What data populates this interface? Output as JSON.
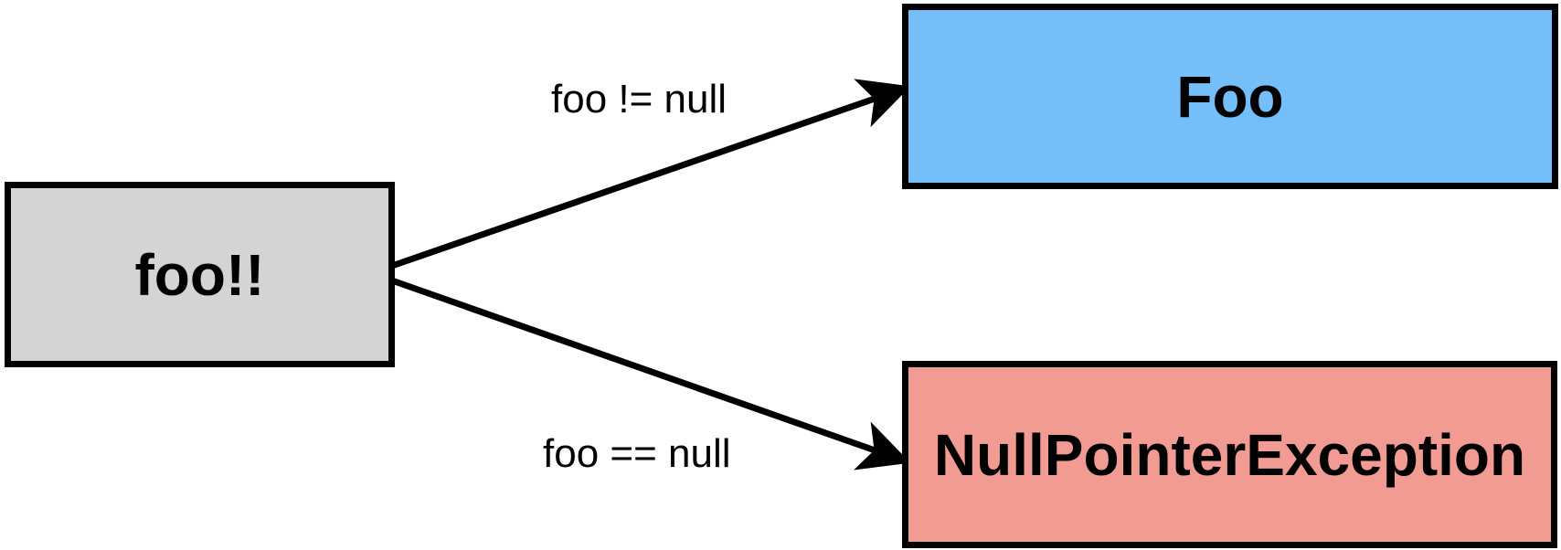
{
  "nodes": {
    "source": {
      "label": "foo!!",
      "fill": "#d4d4d4"
    },
    "foo": {
      "label": "Foo",
      "fill": "#74bff9"
    },
    "npe": {
      "label": "NullPointerException",
      "fill": "#f19b93"
    }
  },
  "edges": {
    "not_null": {
      "label": "foo != null"
    },
    "is_null": {
      "label": "foo == null"
    }
  },
  "colors": {
    "stroke": "#000000"
  }
}
